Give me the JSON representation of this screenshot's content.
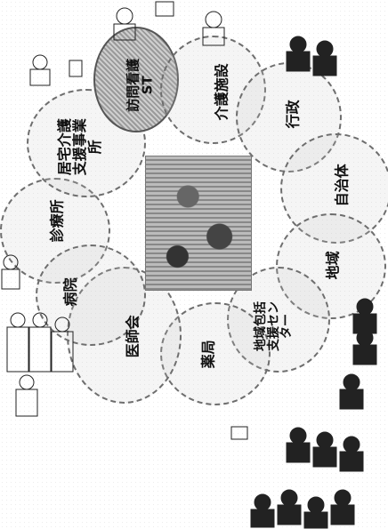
{
  "figure": {
    "caption": "",
    "labels": {
      "shinryojo": "診療所",
      "kyotaku": [
        "居宅介護",
        "支援事業",
        "所"
      ],
      "homon": [
        "訪問看護",
        "ST"
      ],
      "kaigo_shisetsu": "介護施設",
      "gyosei": "行政",
      "jichitai": "自治体",
      "chiiki": "地域",
      "houkatsu": [
        "地域包括",
        "支援セン",
        "ター"
      ],
      "yakkyoku": "薬局",
      "ishikai": "医師会",
      "byoin": "病院"
    },
    "icons": [
      "person-icon",
      "family-photo",
      "document-icon"
    ]
  }
}
